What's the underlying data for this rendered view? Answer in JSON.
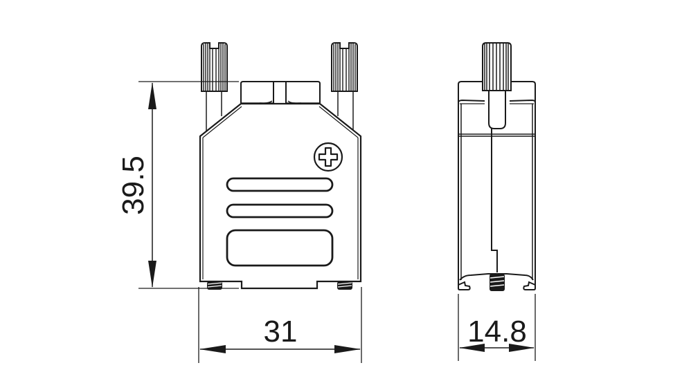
{
  "drawing": {
    "subject": "D-sub connector hood with thumb screws",
    "views": [
      "front-view",
      "side-view"
    ],
    "line_color": "#1a1a1a",
    "background": "#ffffff"
  },
  "dimensions": {
    "height": {
      "value": "39.5",
      "orientation": "vertical"
    },
    "width": {
      "value": "31",
      "orientation": "horizontal"
    },
    "depth": {
      "value": "14.8",
      "orientation": "horizontal"
    }
  }
}
